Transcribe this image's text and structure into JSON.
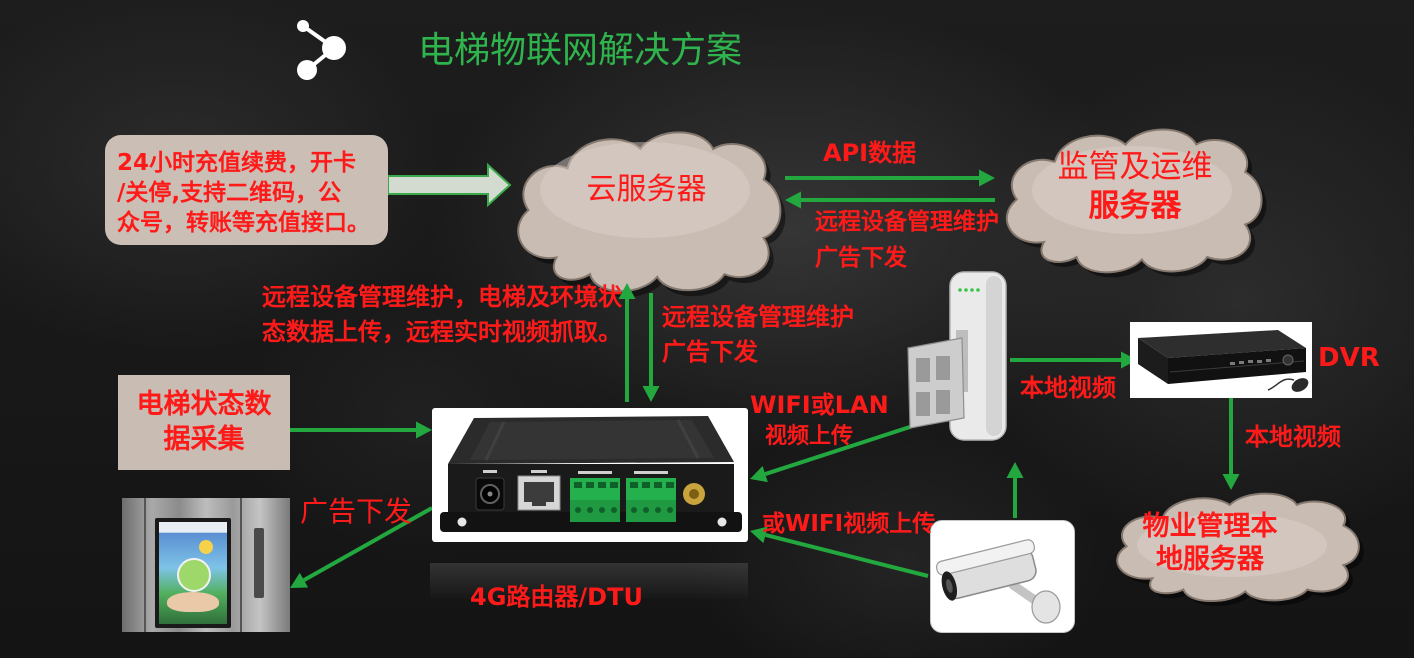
{
  "title": "电梯物联网解决方案",
  "icons": {
    "header": "share-icon",
    "router": "4g-router-device",
    "elevator_screen": "elevator-ad-screen",
    "wifi_ap": "wifi-access-point",
    "dvr": "dvr-recorder",
    "camera": "security-camera"
  },
  "colors": {
    "title_green": "#2fb34d",
    "text_red": "#ff1a1a",
    "arrow_green": "#22a83f",
    "box_fill": "#cbbeb5",
    "cloud_fill": "#c9bcb3"
  },
  "recharge_box": {
    "lines": [
      "24小时充值续费，开卡",
      "/关停,支持二维码，公",
      "众号，转账等充值接口。"
    ]
  },
  "cloud_server": {
    "label": "云服务器"
  },
  "api_link": {
    "label": "API数据"
  },
  "monitor_link": {
    "lines": [
      "远程设备管理维护",
      "广告下发"
    ]
  },
  "monitor_server": {
    "lines": [
      "监管及运维",
      "服务器"
    ]
  },
  "uplink_note": {
    "lines": [
      "远程设备管理维护，电梯及环境状",
      "态数据上传，远程实时视频抓取。"
    ]
  },
  "downlink_note": {
    "lines": [
      "远程设备管理维护",
      "广告下发"
    ]
  },
  "elevator_state_box": {
    "lines": [
      "电梯状态数",
      "据采集"
    ]
  },
  "router": {
    "label": "4G路由器/DTU"
  },
  "ad_push": {
    "label": "广告下发"
  },
  "wifi_lan": {
    "lines": [
      "WIFI或LAN",
      "视频上传"
    ]
  },
  "ap_to_dvr": {
    "label": "本地视频"
  },
  "dvr": {
    "label": "DVR"
  },
  "dvr_to_property": {
    "label": "本地视频"
  },
  "property_server": {
    "lines": [
      "物业管理本",
      "地服务器"
    ]
  },
  "camera_link": {
    "label": "或WIFI视频上传"
  }
}
